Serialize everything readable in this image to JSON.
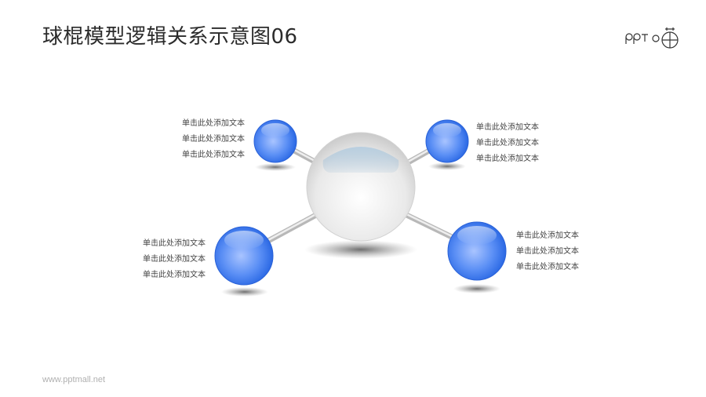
{
  "header": {
    "title": "球棍模型逻辑关系示意图06",
    "logo_text": "PPT",
    "logo_icon": "ppt-logo-icon"
  },
  "footer": {
    "url": "www.pptmall.net"
  },
  "diagram": {
    "center_node": {
      "color": "#e8e8e8",
      "highlight": "#a9c6dc"
    },
    "node_color": "#3a7cf0",
    "nodes": [
      {
        "id": "top-left",
        "lines": [
          "单击此处添加文本",
          "单击此处添加文本",
          "单击此处添加文本"
        ]
      },
      {
        "id": "top-right",
        "lines": [
          "单击此处添加文本",
          "单击此处添加文本",
          "单击此处添加文本"
        ]
      },
      {
        "id": "bottom-left",
        "lines": [
          "单击此处添加文本",
          "单击此处添加文本",
          "单击此处添加文本"
        ]
      },
      {
        "id": "bottom-right",
        "lines": [
          "单击此处添加文本",
          "单击此处添加文本",
          "单击此处添加文本"
        ]
      }
    ]
  }
}
